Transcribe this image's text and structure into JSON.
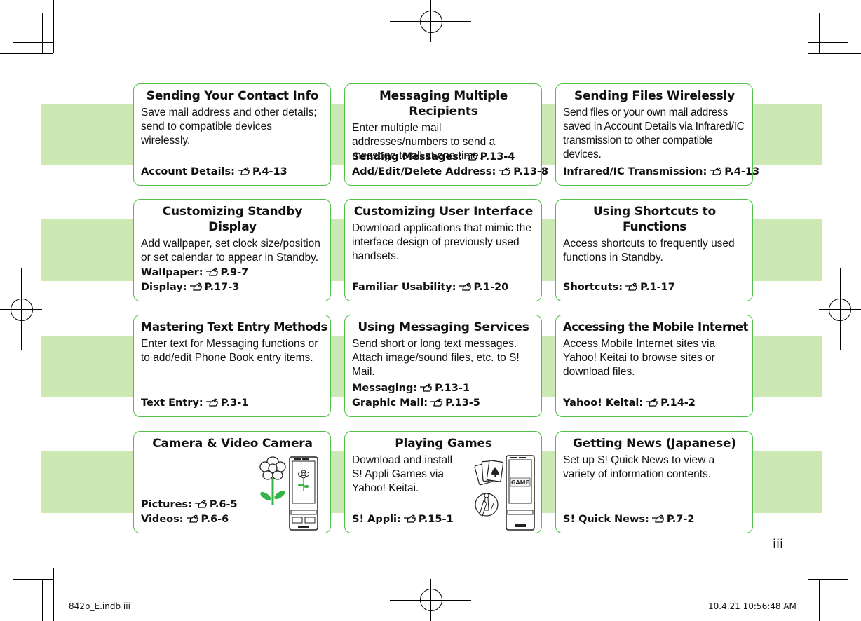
{
  "cards": [
    {
      "title": "Sending Your Contact Info",
      "desc": "Save mail address and other details; send to compatible devices wirelessly.",
      "refs": [
        {
          "label": "Account Details:",
          "page": "P.4-13"
        }
      ]
    },
    {
      "title": "Messaging Multiple Recipients",
      "desc": "Enter multiple mail addresses/numbers to send a message to all at one time.",
      "refs": [
        {
          "label": "Sending Messages:",
          "page": "P.13-4"
        },
        {
          "label": "Add/Edit/Delete Address:",
          "page": "P.13-8"
        }
      ]
    },
    {
      "title": "Sending Files Wirelessly",
      "desc": "Send files or your own mail address saved in Account Details via Infrared/IC transmission to other compatible devices.",
      "refs": [
        {
          "label": "Infrared/IC Transmission:",
          "page": "P.4-13"
        }
      ]
    },
    {
      "title": "Customizing Standby Display",
      "desc": "Add wallpaper, set clock size/position or set calendar to appear in Standby.",
      "refs": [
        {
          "label": "Wallpaper:",
          "page": "P.9-7"
        },
        {
          "label": "Display:",
          "page": "P.17-3"
        }
      ]
    },
    {
      "title": "Customizing User Interface",
      "desc": "Download applications that mimic the interface design of previously used handsets.",
      "refs": [
        {
          "label": "Familiar Usability:",
          "page": "P.1-20"
        }
      ]
    },
    {
      "title": "Using Shortcuts to Functions",
      "desc": "Access shortcuts to frequently used functions in Standby.",
      "refs": [
        {
          "label": "Shortcuts:",
          "page": "P.1-17"
        }
      ]
    },
    {
      "title": "Mastering Text Entry Methods",
      "desc": "Enter text for Messaging functions or to add/edit Phone Book entry items.",
      "refs": [
        {
          "label": "Text Entry:",
          "page": "P.3-1"
        }
      ]
    },
    {
      "title": "Using Messaging Services",
      "desc": "Send short or long text messages. Attach image/sound files, etc. to S! Mail.",
      "refs": [
        {
          "label": "Messaging:",
          "page": "P.13-1"
        },
        {
          "label": "Graphic Mail:",
          "page": "P.13-5"
        }
      ]
    },
    {
      "title": "Accessing the Mobile Internet",
      "desc": "Access Mobile Internet sites via Yahoo! Keitai to browse sites or download files.",
      "refs": [
        {
          "label": "Yahoo! Keitai:",
          "page": "P.14-2"
        }
      ]
    },
    {
      "title": "Camera & Video Camera",
      "desc": "",
      "refs": [
        {
          "label": "Pictures:",
          "page": "P.6-5"
        },
        {
          "label": "Videos:",
          "page": "P.6-6"
        }
      ]
    },
    {
      "title": "Playing Games",
      "desc": "Download and install S! Appli Games via Yahoo! Keitai.",
      "refs": [
        {
          "label": "S! Appli:",
          "page": "P.15-1"
        }
      ],
      "game_label": "GAME"
    },
    {
      "title": "Getting News (Japanese)",
      "desc": "Set up S! Quick News to view a variety of information contents.",
      "refs": [
        {
          "label": "S! Quick News:",
          "page": "P.7-2"
        }
      ]
    }
  ],
  "page_number": "iii",
  "footer": {
    "left": "842p_E.indb   iii",
    "right": "10.4.21   10:56:48 AM"
  },
  "colors": {
    "card_border": "#4fc04a",
    "band": "#cce8b4"
  },
  "icons": {
    "reference": "pointing-hand-icon"
  }
}
